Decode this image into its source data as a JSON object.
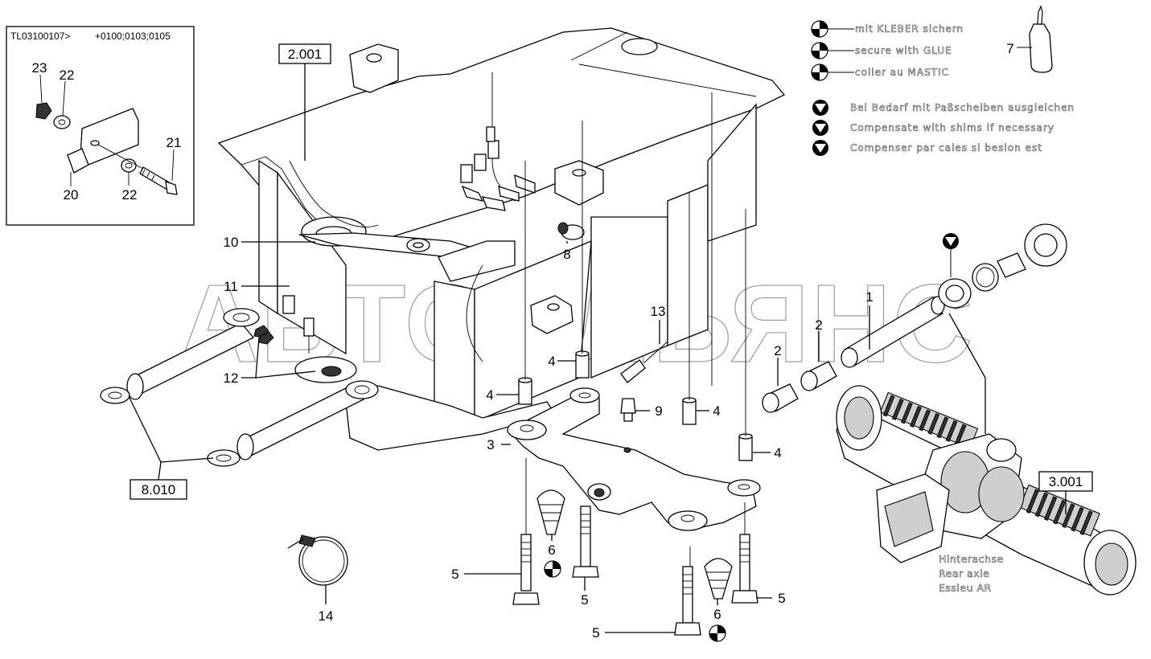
{
  "inset": {
    "header_left": "TL03100107>",
    "header_right": "+0100;0103;0105",
    "labels": [
      "23",
      "22",
      "21",
      "20",
      "22"
    ]
  },
  "refs": {
    "frame": "2.001",
    "cylinders": "8.010",
    "rear_axle": "3.001"
  },
  "legend": {
    "glue": [
      "mit KLEBER sichern",
      "secure with GLUE",
      "coller au MASTIC"
    ],
    "shims": [
      "Bei Bedarf mit Paßscheiben ausgleichen",
      "Compensate with shims if necessary",
      "Compenser par cales si besion est"
    ],
    "glue_item_number": "7"
  },
  "axle_label": [
    "Hinterachse",
    "Rear axle",
    "Essieu AR"
  ],
  "watermark": "АВТОАЛЬЯНС",
  "callouts": {
    "c1": "1",
    "c2a": "2",
    "c2b": "2",
    "c3": "3",
    "c4a": "4",
    "c4b": "4",
    "c4c": "4",
    "c4d": "4",
    "c5a": "5",
    "c5b": "5",
    "c5c": "5",
    "c5d": "5",
    "c6a": "6",
    "c6b": "6",
    "c8": "8",
    "c9": "9",
    "c10": "10",
    "c11": "11",
    "c12": "12",
    "c13": "13",
    "c14": "14"
  }
}
